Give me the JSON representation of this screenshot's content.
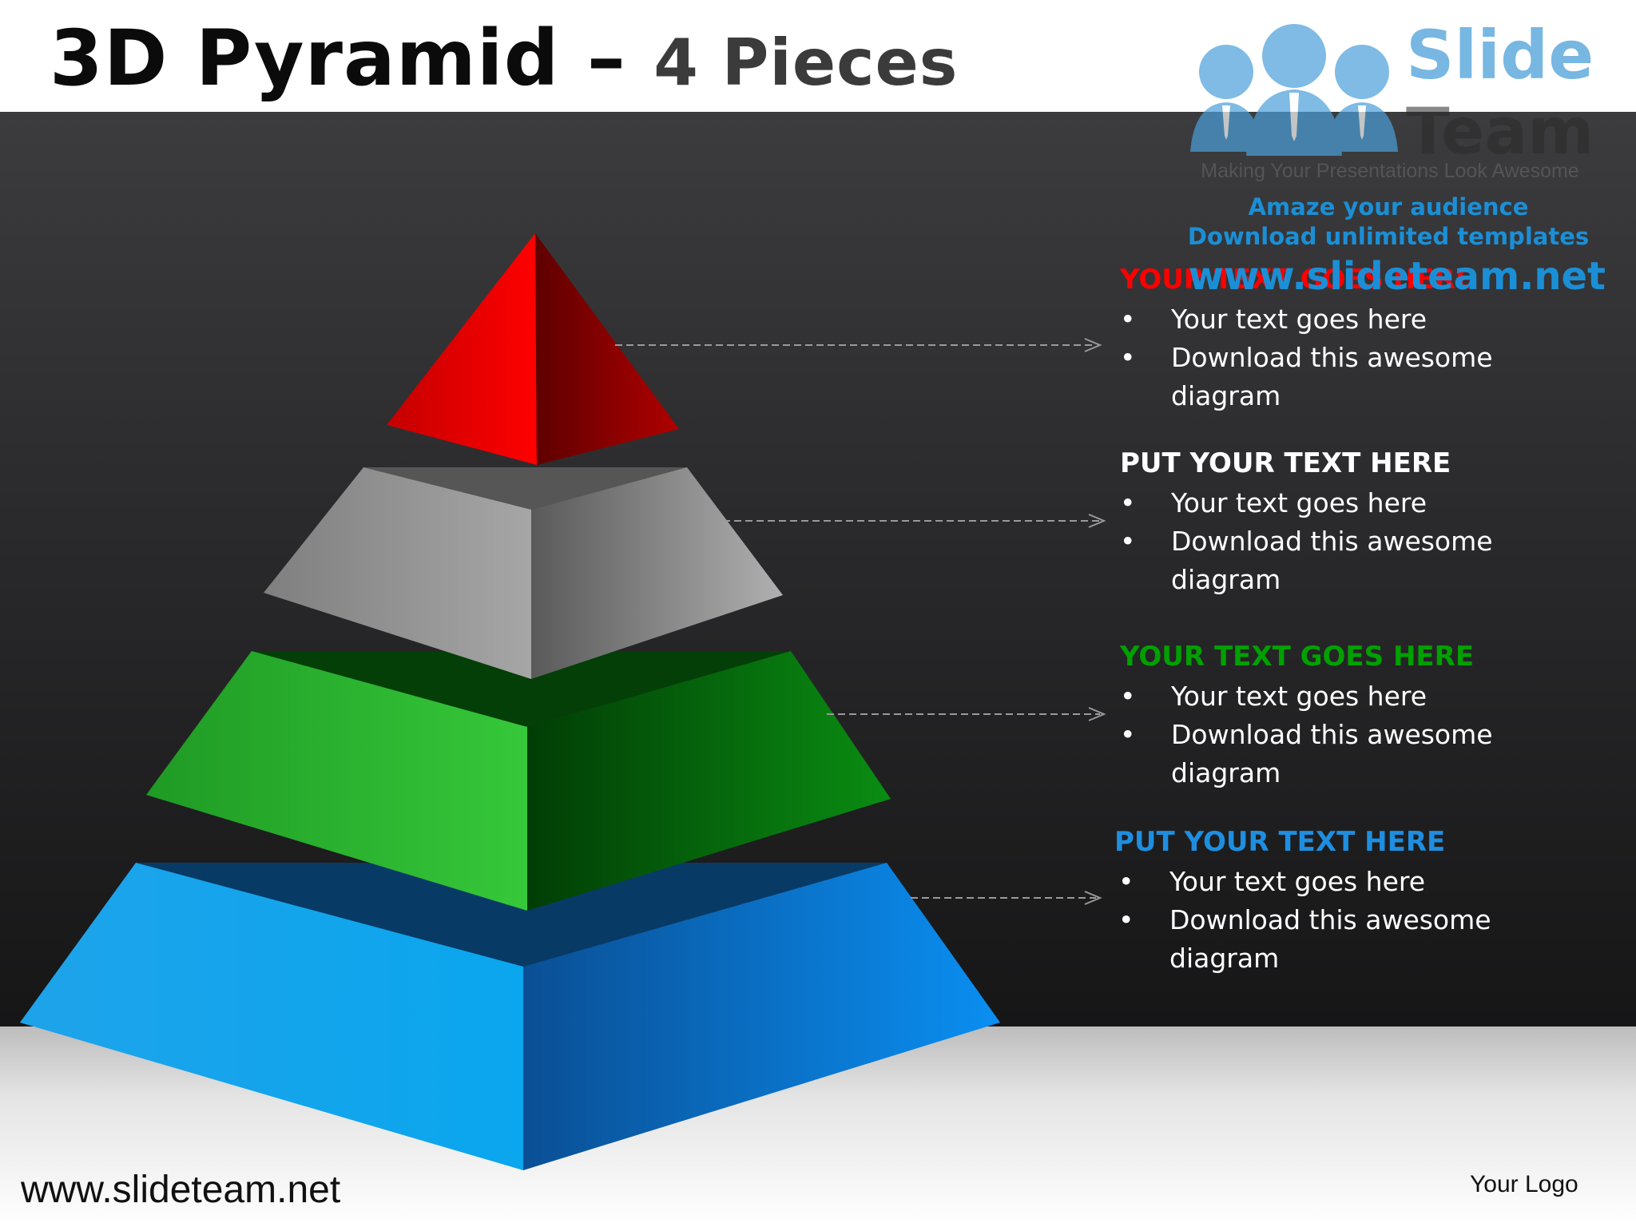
{
  "title": {
    "main": "3D Pyramid",
    "dash": " – ",
    "sub": "4 Pieces"
  },
  "watermark": {
    "brand_top": "Slide",
    "brand_bottom": "Team",
    "tagline": "Making Your Presentations Look Awesome",
    "line1": "Amaze your audience",
    "line2": "Download unlimited templates",
    "url": "www.slideteam.net",
    "icon": "people-icon"
  },
  "blocks": [
    {
      "heading": "YOUR TEXT GOES HERE",
      "heading_color": "#ff0000",
      "bullets": [
        "Your text goes here",
        "Download this awesome",
        "diagram"
      ]
    },
    {
      "heading": "PUT YOUR TEXT HERE",
      "heading_color": "#ffffff",
      "bullets": [
        "Your text goes here",
        "Download this awesome",
        "diagram"
      ]
    },
    {
      "heading": "YOUR TEXT GOES HERE",
      "heading_color": "#00a000",
      "bullets": [
        "Your text goes here",
        "Download this awesome",
        "diagram"
      ]
    },
    {
      "heading": "PUT YOUR TEXT HERE",
      "heading_color": "#1e8ee0",
      "bullets": [
        "Your text goes here",
        "Download this awesome",
        "diagram"
      ]
    }
  ],
  "pyramid_levels": [
    {
      "name": "top",
      "color": "#e00000"
    },
    {
      "name": "second",
      "color": "#8a8a8a"
    },
    {
      "name": "third",
      "color": "#1fae2a"
    },
    {
      "name": "base",
      "color": "#0a8fe0"
    }
  ],
  "footer": {
    "url": "www.slideteam.net",
    "logo": "Your Logo"
  }
}
